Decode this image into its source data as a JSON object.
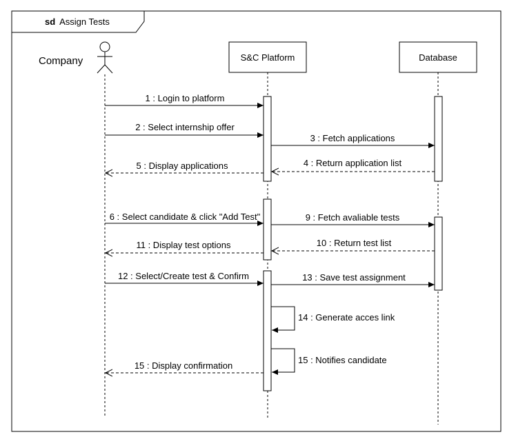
{
  "frame": {
    "keyword": "sd",
    "title": "Assign Tests"
  },
  "actor": {
    "label": "Company"
  },
  "lifelines": {
    "platform": {
      "label": "S&C Platform"
    },
    "database": {
      "label": "Database"
    }
  },
  "messages": [
    {
      "id": "m1",
      "text": "1 : Login to platform",
      "type": "sync"
    },
    {
      "id": "m2",
      "text": "2 : Select internship offer",
      "type": "sync"
    },
    {
      "id": "m3",
      "text": "3 : Fetch applications",
      "type": "sync"
    },
    {
      "id": "m4",
      "text": "4 : Return application list",
      "type": "return"
    },
    {
      "id": "m5",
      "text": "5 : Display applications",
      "type": "return"
    },
    {
      "id": "m6",
      "text": "6 : Select  candidate & click \"Add Test\"",
      "type": "sync"
    },
    {
      "id": "m9",
      "text": "9 : Fetch avaliable tests",
      "type": "sync"
    },
    {
      "id": "m10",
      "text": "10 : Return test list",
      "type": "return"
    },
    {
      "id": "m11",
      "text": "11 : Display test options",
      "type": "return"
    },
    {
      "id": "m12",
      "text": "12 : Select/Create test & Confirm",
      "type": "sync"
    },
    {
      "id": "m13",
      "text": "13 : Save test assignment",
      "type": "sync"
    },
    {
      "id": "m14",
      "text": "14 : Generate acces link",
      "type": "self"
    },
    {
      "id": "m15a",
      "text": "15 : Notifies candidate",
      "type": "self"
    },
    {
      "id": "m15b",
      "text": "15 : Display confirmation",
      "type": "return"
    }
  ]
}
